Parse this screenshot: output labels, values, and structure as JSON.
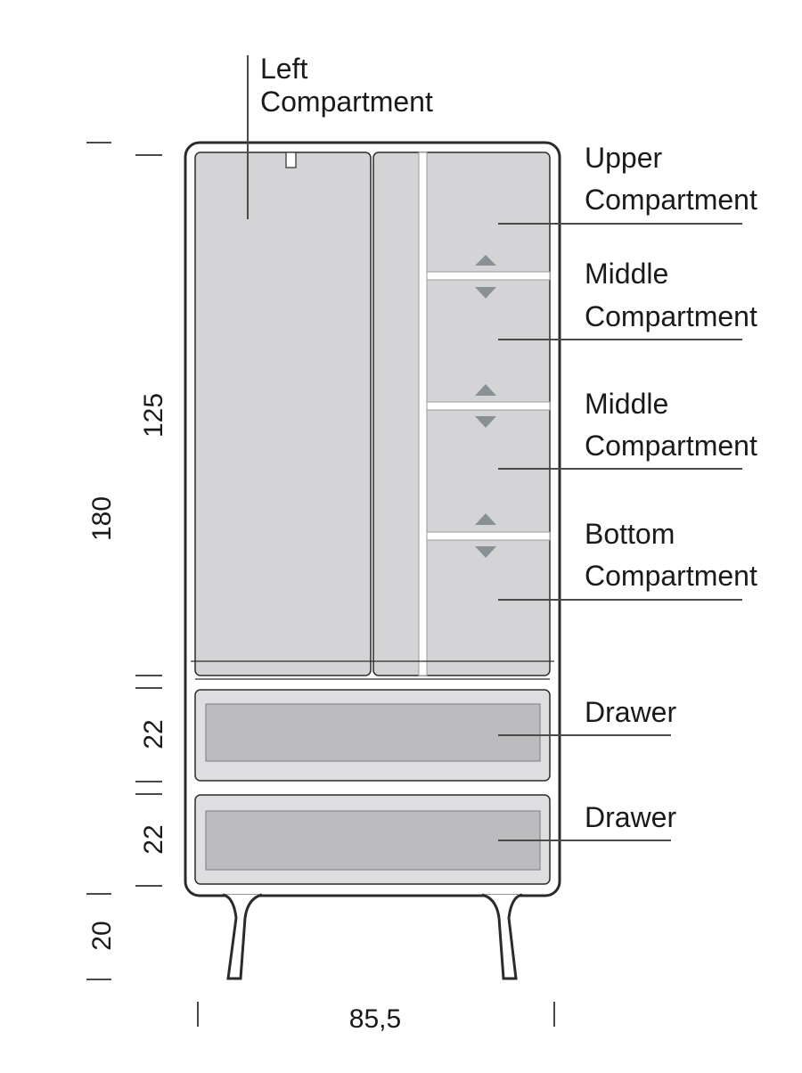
{
  "labels": {
    "left_compartment": [
      "Left",
      "Compartment"
    ],
    "upper_compartment": [
      "Upper",
      "Compartment"
    ],
    "middle_compartment_1": [
      "Middle",
      "Compartment"
    ],
    "middle_compartment_2": [
      "Middle",
      "Compartment"
    ],
    "bottom_compartment": [
      "Bottom",
      "Compartment"
    ],
    "drawer_1": "Drawer",
    "drawer_2": "Drawer"
  },
  "dimensions": {
    "total_height": "180",
    "cabinet_height": "125",
    "drawer_1_height": "22",
    "drawer_2_height": "22",
    "leg_height": "20",
    "width": "85,5"
  },
  "colors": {
    "outline": "#2b2b2b",
    "panel": "#d4d4d6",
    "drawer_face": "#bcbcbe",
    "arrow": "#8a9196",
    "leader": "#4a4a4a"
  }
}
